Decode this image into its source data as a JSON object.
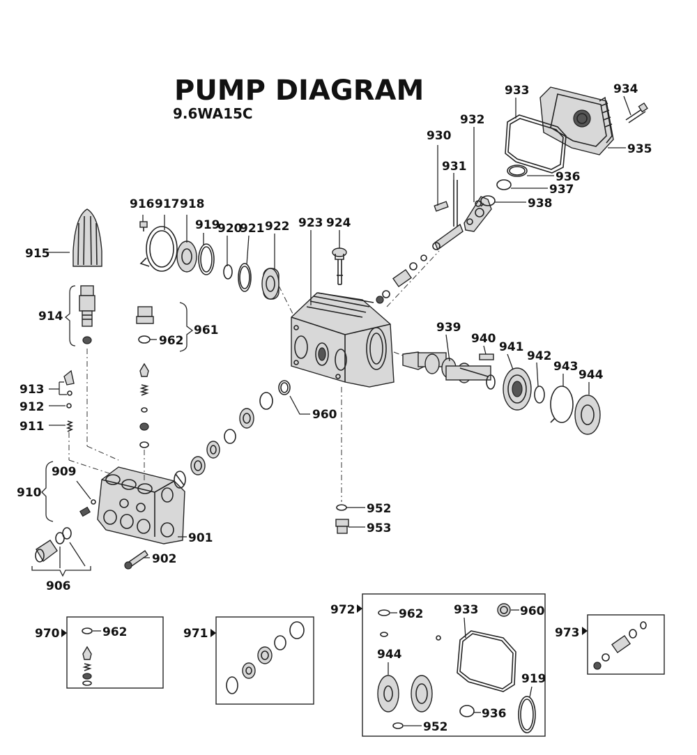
{
  "title": "PUMP DIAGRAM",
  "model": "9.6WA15C",
  "labels": {
    "p901": "901",
    "p902": "902",
    "p906": "906",
    "p909": "909",
    "p910": "910",
    "p911": "911",
    "p912": "912",
    "p913": "913",
    "p914": "914",
    "p915": "915",
    "p916": "916",
    "p917": "917",
    "p918": "918",
    "p919": "919",
    "p920": "920",
    "p921": "921",
    "p922": "922",
    "p923": "923",
    "p924": "924",
    "p930": "930",
    "p931": "931",
    "p932": "932",
    "p933": "933",
    "p934": "934",
    "p935": "935",
    "p936": "936",
    "p937": "937",
    "p938": "938",
    "p939": "939",
    "p940": "940",
    "p941": "941",
    "p942": "942",
    "p943": "943",
    "p944": "944",
    "p952": "952",
    "p953": "953",
    "p960": "960",
    "p961": "961",
    "p962": "962"
  },
  "kits": {
    "k970": {
      "label": "970",
      "items": {
        "a": "962"
      }
    },
    "k971": {
      "label": "971"
    },
    "k972": {
      "label": "972",
      "items": {
        "a": "962",
        "b": "933",
        "c": "960",
        "d": "944",
        "e": "919",
        "f": "936",
        "g": "952"
      }
    },
    "k973": {
      "label": "973"
    }
  }
}
